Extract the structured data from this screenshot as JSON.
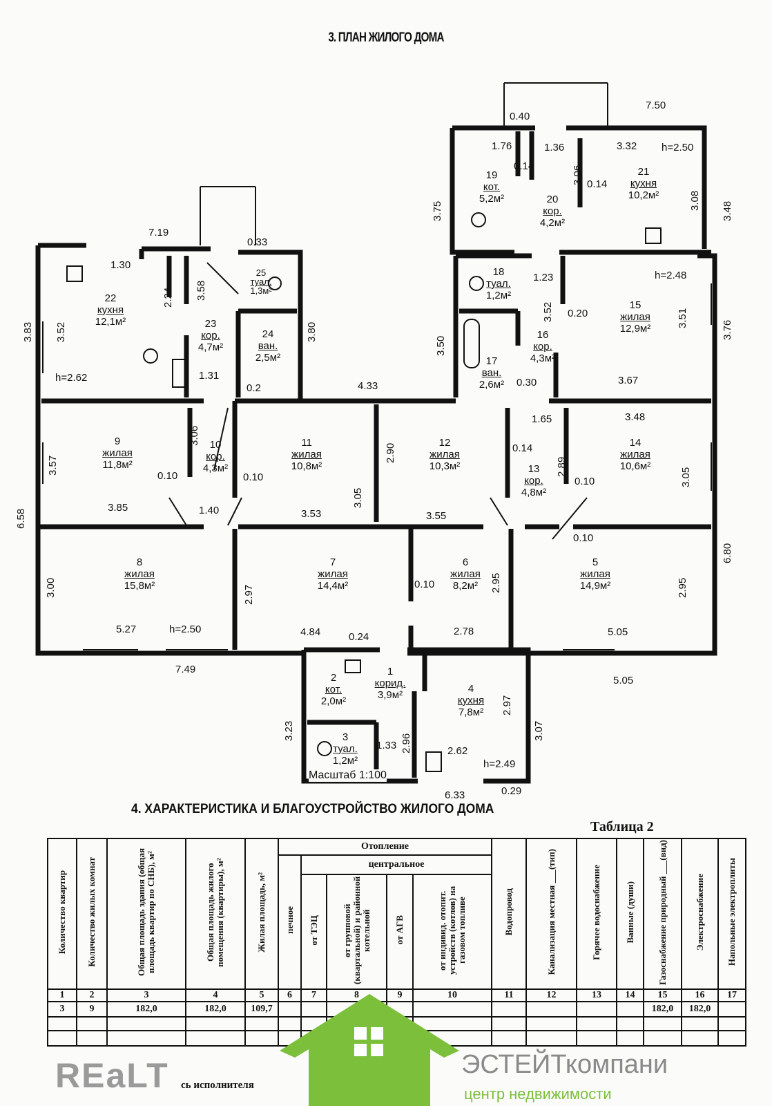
{
  "title": "3. ПЛАН ЖИЛОГО ДОМА",
  "rooms": [
    {
      "n": "1",
      "type": "корид.",
      "area": "3,9м²"
    },
    {
      "n": "2",
      "type": "кот.",
      "area": "2,0м²"
    },
    {
      "n": "3",
      "type": "туал.",
      "area": "1,2м²"
    },
    {
      "n": "4",
      "type": "кухня",
      "area": "7,8м²"
    },
    {
      "n": "5",
      "type": "жилая",
      "area": "14,9м²"
    },
    {
      "n": "6",
      "type": "жилая",
      "area": "8,2м²"
    },
    {
      "n": "7",
      "type": "жилая",
      "area": "14,4м²"
    },
    {
      "n": "8",
      "type": "жилая",
      "area": "15,8м²"
    },
    {
      "n": "9",
      "type": "жилая",
      "area": "11,8м²"
    },
    {
      "n": "10",
      "type": "кор.",
      "area": "4,3м²"
    },
    {
      "n": "11",
      "type": "жилая",
      "area": "10,8м²"
    },
    {
      "n": "12",
      "type": "жилая",
      "area": "10,3м²"
    },
    {
      "n": "13",
      "type": "кор.",
      "area": "4,8м²"
    },
    {
      "n": "14",
      "type": "жилая",
      "area": "10,6м²"
    },
    {
      "n": "15",
      "type": "жилая",
      "area": "12,9м²"
    },
    {
      "n": "16",
      "type": "кор.",
      "area": "4,3м²"
    },
    {
      "n": "17",
      "type": "ван.",
      "area": "2,6м²"
    },
    {
      "n": "18",
      "type": "туал.",
      "area": "1,2м²"
    },
    {
      "n": "19",
      "type": "кот.",
      "area": "5,2м²"
    },
    {
      "n": "20",
      "type": "кор.",
      "area": "4,2м²"
    },
    {
      "n": "21",
      "type": "кухня",
      "area": "10,2м²"
    },
    {
      "n": "22",
      "type": "кухня",
      "area": "12,1м²"
    },
    {
      "n": "23",
      "type": "кор.",
      "area": "4,7м²"
    },
    {
      "n": "24",
      "type": "ван.",
      "area": "2,5м²"
    },
    {
      "n": "25",
      "type": "туал.",
      "area": "1,3м²"
    }
  ],
  "dims": {
    "d750": "7.50",
    "d040": "0.40",
    "d176": "1.76",
    "d136": "1.36",
    "d332": "3.32",
    "h250a": "h=2.50",
    "d306a": "3.06",
    "d014a": "0.14",
    "d014b": "0.14",
    "d308": "3.08",
    "d348": "3.48",
    "d375": "3.75",
    "d719": "7.19",
    "d033": "0.33",
    "d130": "1.30",
    "d224": "2.24",
    "d358": "3.58",
    "d380": "3.80",
    "d383": "3.83",
    "d352a": "3.52",
    "h262": "h=2.62",
    "d131": "1.31",
    "d02": "0.2",
    "d123": "1.23",
    "h248": "h=2.48",
    "d352b": "3.52",
    "d020": "0.20",
    "d351": "3.51",
    "d376": "3.76",
    "d350": "3.50",
    "d433": "4.33",
    "d030": "0.30",
    "d367": "3.67",
    "d306b": "3.06",
    "d357": "3.57",
    "d010a": "0.10",
    "d010b": "0.10",
    "d305a": "3.05",
    "d290": "2.90",
    "d165": "1.65",
    "d348b": "3.48",
    "d014c": "0.14",
    "d289": "2.89",
    "d010c": "0.10",
    "d305b": "3.05",
    "d385": "3.85",
    "d140": "1.40",
    "d353": "3.53",
    "d355": "3.55",
    "d010d": "0.10",
    "d680": "6.80",
    "d658": "6.58",
    "d300": "3.00",
    "d297a": "2.97",
    "d010e": "0.10",
    "d295a": "2.95",
    "d295b": "2.95",
    "d527": "5.27",
    "h250b": "h=2.50",
    "d484": "4.84",
    "d024": "0.24",
    "d278": "2.78",
    "d505a": "5.05",
    "d749": "7.49",
    "d505b": "5.05",
    "d323": "3.23",
    "d297b": "2.97",
    "d307": "3.07",
    "d133": "1.33",
    "d296": "2.96",
    "d262": "2.62",
    "h249": "h=2.49",
    "d633": "6.33",
    "d029": "0.29"
  },
  "scale_label": "Масштаб 1:100",
  "section_title": "4. ХАРАКТЕРИСТИКА И БЛАГОУСТРОЙСТВО ЖИЛОГО ДОМА",
  "table_caption": "Таблица 2",
  "table": {
    "heating_group": "Отопление",
    "central_group": "центральное",
    "headers": [
      "Количество квартир",
      "Количество жилых комнат",
      "Общая площадь здания (общая площадь квартир по СНБ), м²",
      "Общая площадь жилого помещения (квартиры), м²",
      "Жилая площадь, м²",
      "печное",
      "от ТЭЦ",
      "от групповой (квартальной) и районной котельной",
      "от АГВ",
      "от индивид. отопит. устройств (котлов) на газовом топливе",
      "Водопровод",
      "Канализация местная ___(тип)",
      "Горячее водоснабжение",
      "Ванные (души)",
      "Газоснабжение природный ___(вид)",
      "Электроснабжение",
      "Напольные электроплиты"
    ],
    "col_numbers": [
      "1",
      "2",
      "3",
      "4",
      "5",
      "6",
      "7",
      "8",
      "9",
      "10",
      "11",
      "12",
      "13",
      "14",
      "15",
      "16",
      "17"
    ],
    "row": [
      "3",
      "9",
      "182,0",
      "182,0",
      "109,7",
      "",
      "",
      "",
      "",
      "",
      "",
      "",
      "",
      "",
      "182,0",
      "182,0",
      ""
    ]
  },
  "signature_label": "сь исполнителя",
  "watermark": {
    "brand": "REaLT",
    "company": "ЭСТЕЙТкомпани",
    "tagline": "центр недвижимости",
    "green": "#7bbf3a"
  }
}
